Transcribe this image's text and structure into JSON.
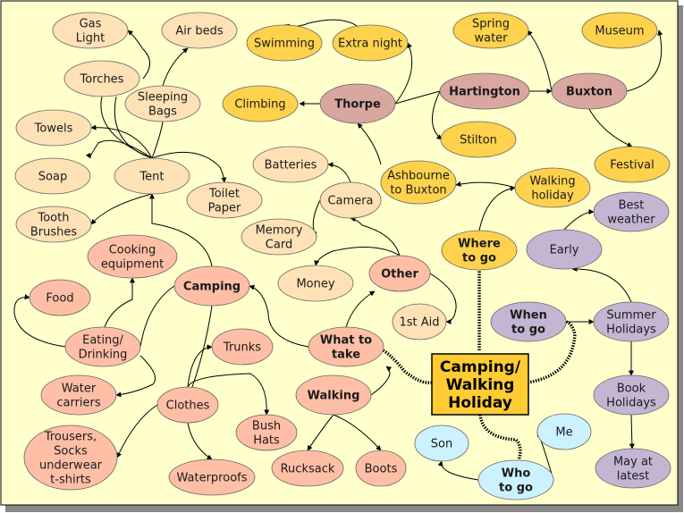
{
  "diagram": {
    "center": {
      "lines": [
        "Camping/",
        "Walking",
        "Holiday"
      ]
    },
    "nodes": [
      {
        "id": "where",
        "lines": [
          "Where",
          "to go"
        ],
        "bold": true,
        "color": "yellow"
      },
      {
        "id": "when",
        "lines": [
          "When",
          "to go"
        ],
        "bold": true,
        "color": "purple"
      },
      {
        "id": "who",
        "lines": [
          "Who",
          "to go"
        ],
        "bold": true,
        "color": "blue"
      },
      {
        "id": "whattake",
        "lines": [
          "What to",
          "take"
        ],
        "bold": true,
        "color": "salmon"
      },
      {
        "id": "walking",
        "lines": [
          "Walking"
        ],
        "bold": true,
        "color": "salmon"
      },
      {
        "id": "camping",
        "lines": [
          "Camping"
        ],
        "bold": true,
        "color": "salmon"
      },
      {
        "id": "other",
        "lines": [
          "Other"
        ],
        "bold": true,
        "color": "salmon"
      },
      {
        "id": "thorpe",
        "lines": [
          "Thorpe"
        ],
        "bold": true,
        "color": "mauve"
      },
      {
        "id": "hartington",
        "lines": [
          "Hartington"
        ],
        "bold": true,
        "color": "mauve"
      },
      {
        "id": "buxton",
        "lines": [
          "Buxton"
        ],
        "bold": true,
        "color": "mauve"
      },
      {
        "id": "gaslight",
        "lines": [
          "Gas",
          "Light"
        ],
        "color": "peach"
      },
      {
        "id": "airbeds",
        "lines": [
          "Air beds"
        ],
        "color": "peach"
      },
      {
        "id": "torches",
        "lines": [
          "Torches"
        ],
        "color": "peach"
      },
      {
        "id": "sleeping",
        "lines": [
          "Sleeping",
          "Bags"
        ],
        "color": "peach"
      },
      {
        "id": "towels",
        "lines": [
          "Towels"
        ],
        "color": "peach"
      },
      {
        "id": "soap",
        "lines": [
          "Soap"
        ],
        "color": "peach"
      },
      {
        "id": "tent",
        "lines": [
          "Tent"
        ],
        "color": "peach"
      },
      {
        "id": "toilet",
        "lines": [
          "Toilet",
          "Paper"
        ],
        "color": "peach"
      },
      {
        "id": "tooth",
        "lines": [
          "Tooth",
          "Brushes"
        ],
        "color": "peach"
      },
      {
        "id": "batteries",
        "lines": [
          "Batteries"
        ],
        "color": "peach"
      },
      {
        "id": "camera",
        "lines": [
          "Camera"
        ],
        "color": "peach"
      },
      {
        "id": "memory",
        "lines": [
          "Memory",
          "Card"
        ],
        "color": "peach"
      },
      {
        "id": "money",
        "lines": [
          "Money"
        ],
        "color": "peach"
      },
      {
        "id": "aid",
        "lines": [
          "1st Aid"
        ],
        "color": "peach"
      },
      {
        "id": "swimming",
        "lines": [
          "Swimming"
        ],
        "color": "yellow"
      },
      {
        "id": "extranight",
        "lines": [
          "Extra night"
        ],
        "color": "yellow"
      },
      {
        "id": "climbing",
        "lines": [
          "Climbing"
        ],
        "color": "yellow"
      },
      {
        "id": "stilton",
        "lines": [
          "Stilton"
        ],
        "color": "yellow"
      },
      {
        "id": "spring",
        "lines": [
          "Spring",
          "water"
        ],
        "color": "yellow"
      },
      {
        "id": "museum",
        "lines": [
          "Museum"
        ],
        "color": "yellow"
      },
      {
        "id": "festival",
        "lines": [
          "Festival"
        ],
        "color": "yellow"
      },
      {
        "id": "ashbourne",
        "lines": [
          "Ashbourne",
          "to Buxton"
        ],
        "color": "yellow"
      },
      {
        "id": "walkholiday",
        "lines": [
          "Walking",
          "holiday"
        ],
        "color": "yellow"
      },
      {
        "id": "best",
        "lines": [
          "Best",
          "weather"
        ],
        "color": "purple"
      },
      {
        "id": "early",
        "lines": [
          "Early"
        ],
        "color": "purple"
      },
      {
        "id": "summer",
        "lines": [
          "Summer",
          "Holidays"
        ],
        "color": "purple"
      },
      {
        "id": "book",
        "lines": [
          "Book",
          "Holidays"
        ],
        "color": "purple"
      },
      {
        "id": "mayat",
        "lines": [
          "May at",
          "latest"
        ],
        "color": "purple"
      },
      {
        "id": "son",
        "lines": [
          "Son"
        ],
        "color": "blue"
      },
      {
        "id": "me",
        "lines": [
          "Me"
        ],
        "color": "blue"
      },
      {
        "id": "cooking",
        "lines": [
          "Cooking",
          "equipment"
        ],
        "color": "salmon"
      },
      {
        "id": "food",
        "lines": [
          "Food"
        ],
        "color": "salmon"
      },
      {
        "id": "eating",
        "lines": [
          "Eating/",
          "Drinking"
        ],
        "color": "salmon"
      },
      {
        "id": "water",
        "lines": [
          "Water",
          "carriers"
        ],
        "color": "salmon"
      },
      {
        "id": "trousers",
        "lines": [
          "Trousers,",
          "Socks",
          "underwear",
          "t-shirts"
        ],
        "color": "salmon"
      },
      {
        "id": "clothes",
        "lines": [
          "Clothes"
        ],
        "color": "salmon"
      },
      {
        "id": "trunks",
        "lines": [
          "Trunks"
        ],
        "color": "salmon"
      },
      {
        "id": "bush",
        "lines": [
          "Bush",
          "Hats"
        ],
        "color": "salmon"
      },
      {
        "id": "waterproofs",
        "lines": [
          "Waterproofs"
        ],
        "color": "salmon"
      },
      {
        "id": "rucksack",
        "lines": [
          "Rucksack"
        ],
        "color": "salmon"
      },
      {
        "id": "boots",
        "lines": [
          "Boots"
        ],
        "color": "salmon"
      }
    ],
    "colors": {
      "background": "#FFFFCC",
      "border": "#000000",
      "center_fill": "#FFCC33",
      "peach": "#FFE1B6",
      "salmon": "#FFBFA6",
      "yellow": "#FFD24D",
      "mauve": "#D9A6A0",
      "purple": "#C4B6D3",
      "blue": "#CCF2FF",
      "line": "#000000"
    }
  }
}
